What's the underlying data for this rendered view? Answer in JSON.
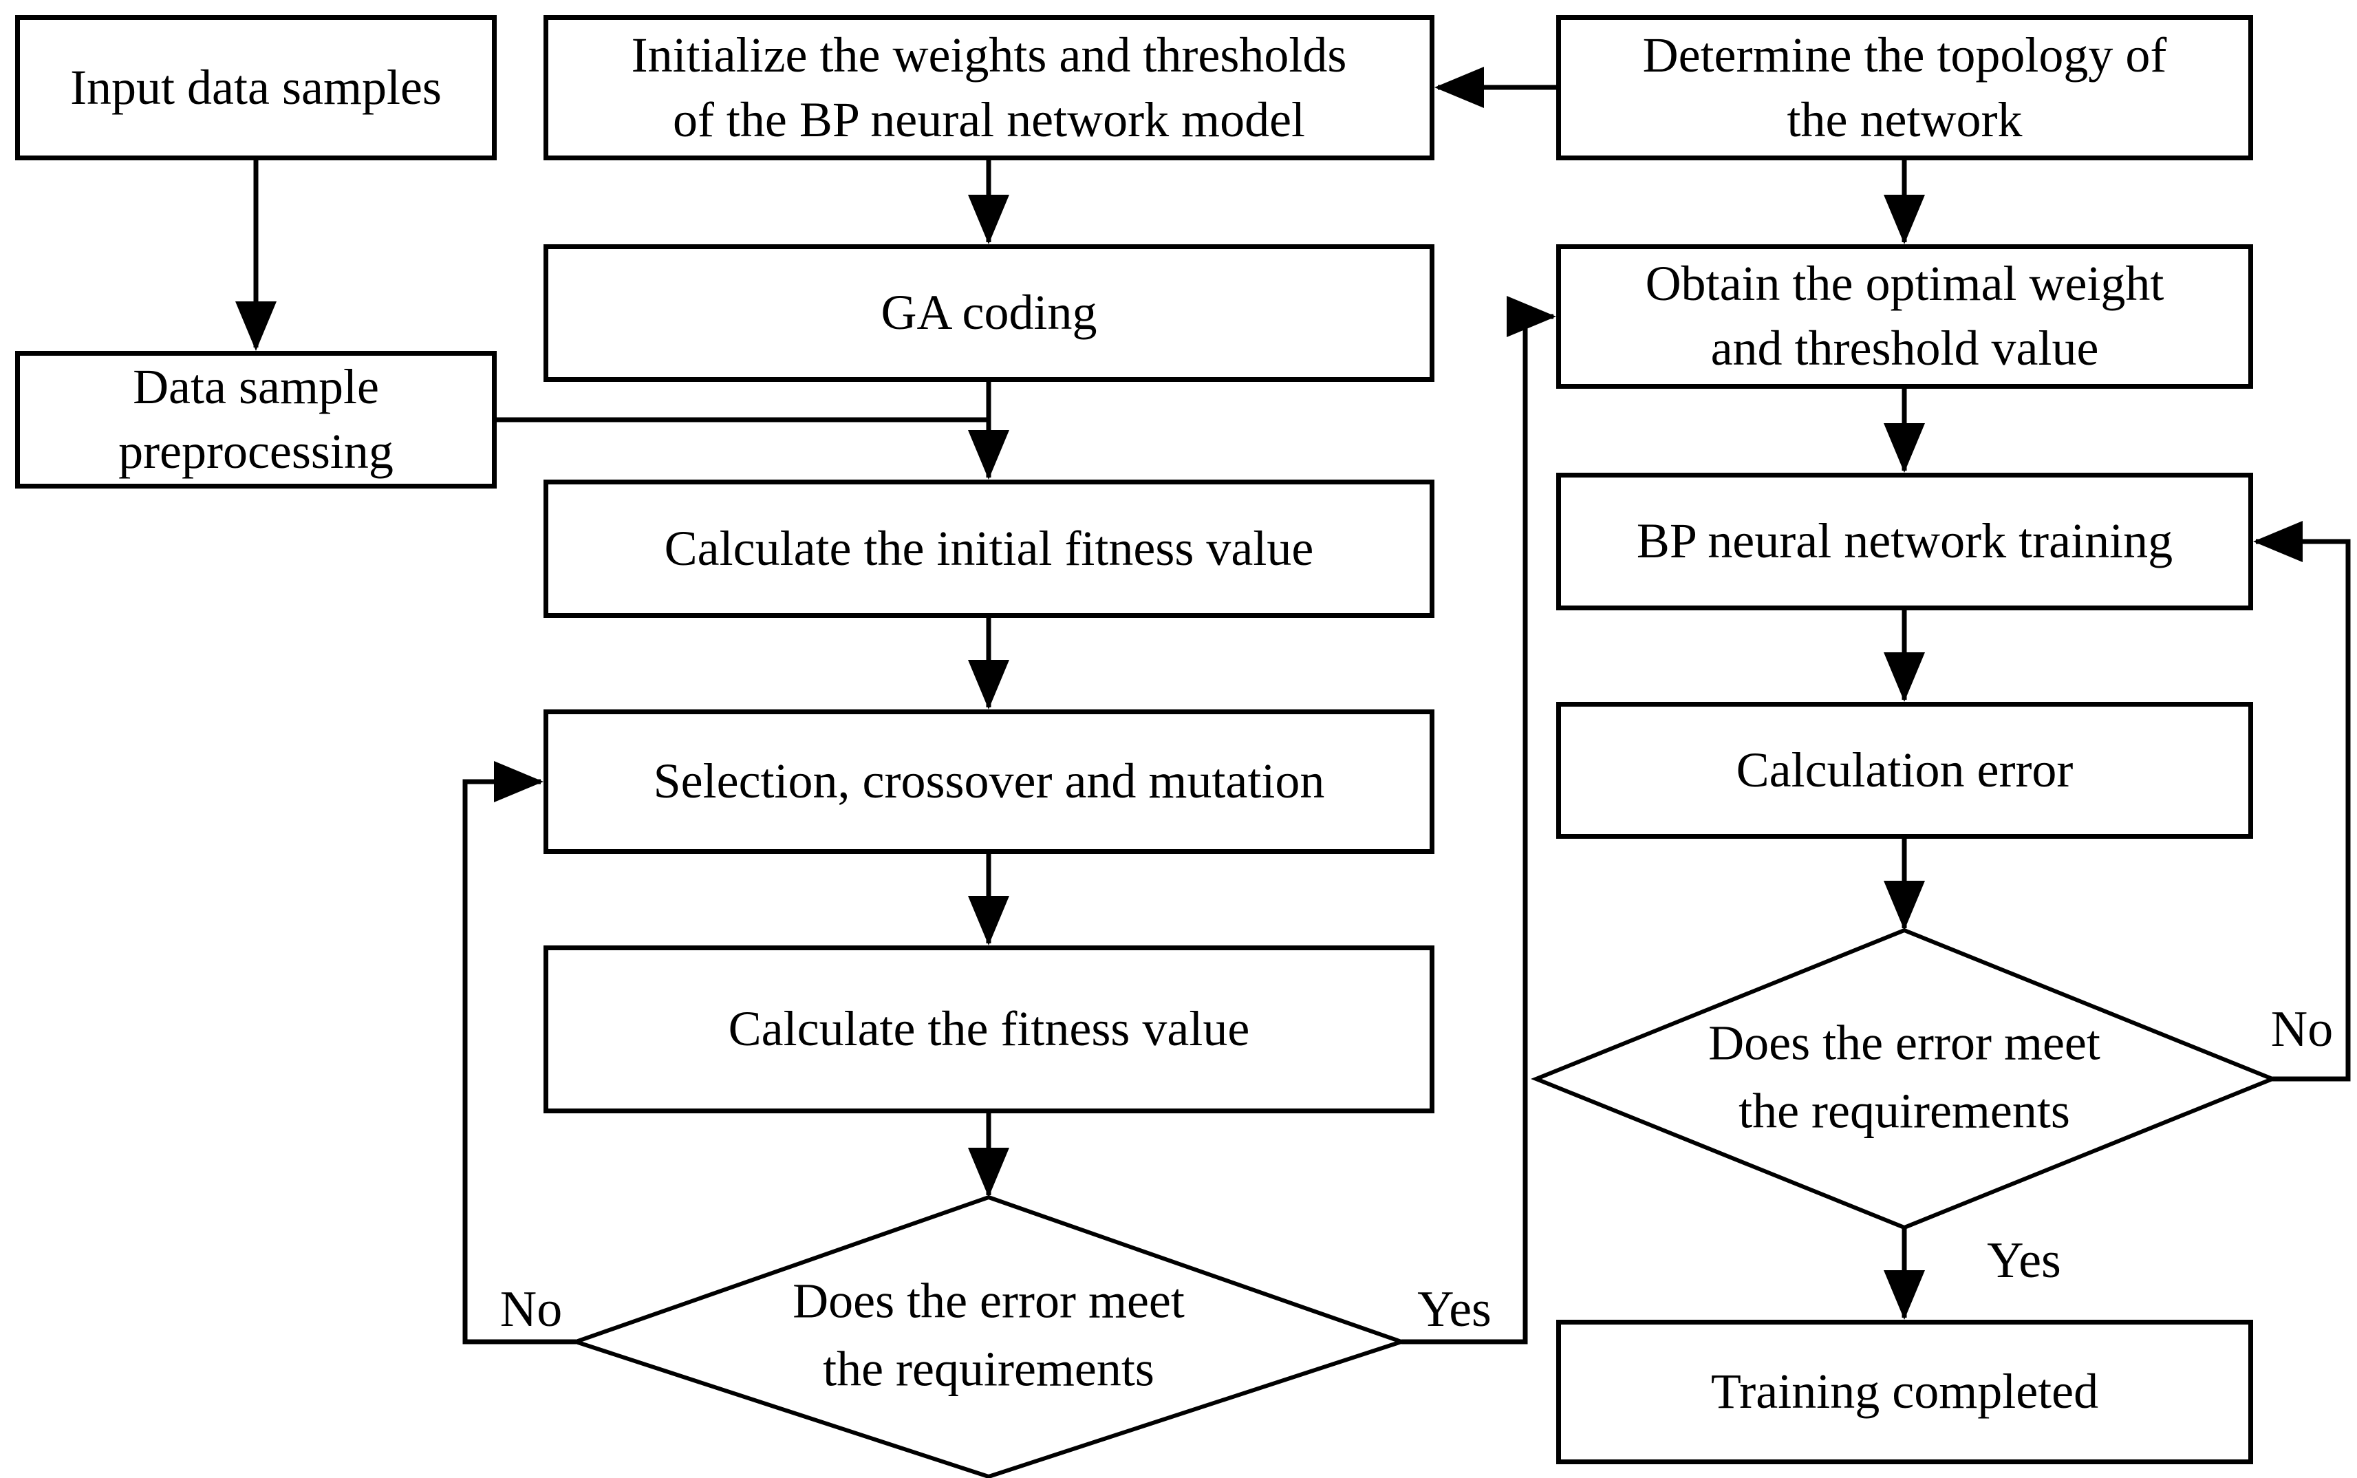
{
  "figure": {
    "background": "#ffffff",
    "line_color": "#000000",
    "node_fill": "#ffffff",
    "nodes": {
      "input_data": {
        "shape": "rect",
        "label": "Input data samples"
      },
      "initialize": {
        "shape": "rect",
        "label": "Initialize the weights and thresholds\nof the BP neural network model"
      },
      "determine_topology": {
        "shape": "rect",
        "label": "Determine the topology of\nthe network"
      },
      "ga_coding": {
        "shape": "rect",
        "label": "GA coding"
      },
      "obtain_optimal": {
        "shape": "rect",
        "label": "Obtain the optimal weight\nand threshold value"
      },
      "data_preprocessing": {
        "shape": "rect",
        "label": "Data sample\npreprocessing"
      },
      "calc_initial_fitness": {
        "shape": "rect",
        "label": "Calculate the initial fitness value"
      },
      "bp_training": {
        "shape": "rect",
        "label": "BP neural network training"
      },
      "selection_crossover": {
        "shape": "rect",
        "label": "Selection, crossover and mutation"
      },
      "calculation_error": {
        "shape": "rect",
        "label": "Calculation error"
      },
      "calc_fitness": {
        "shape": "rect",
        "label": "Calculate the fitness value"
      },
      "decision_ga": {
        "shape": "diamond",
        "label": "Does the error meet\nthe requirements"
      },
      "decision_bp": {
        "shape": "diamond",
        "label": "Does the error meet\nthe requirements"
      },
      "training_completed": {
        "shape": "rect",
        "label": "Training completed"
      }
    },
    "edge_labels": {
      "decision_ga_no": "No",
      "decision_ga_yes": "Yes",
      "decision_bp_no": "No",
      "decision_bp_yes": "Yes"
    }
  }
}
